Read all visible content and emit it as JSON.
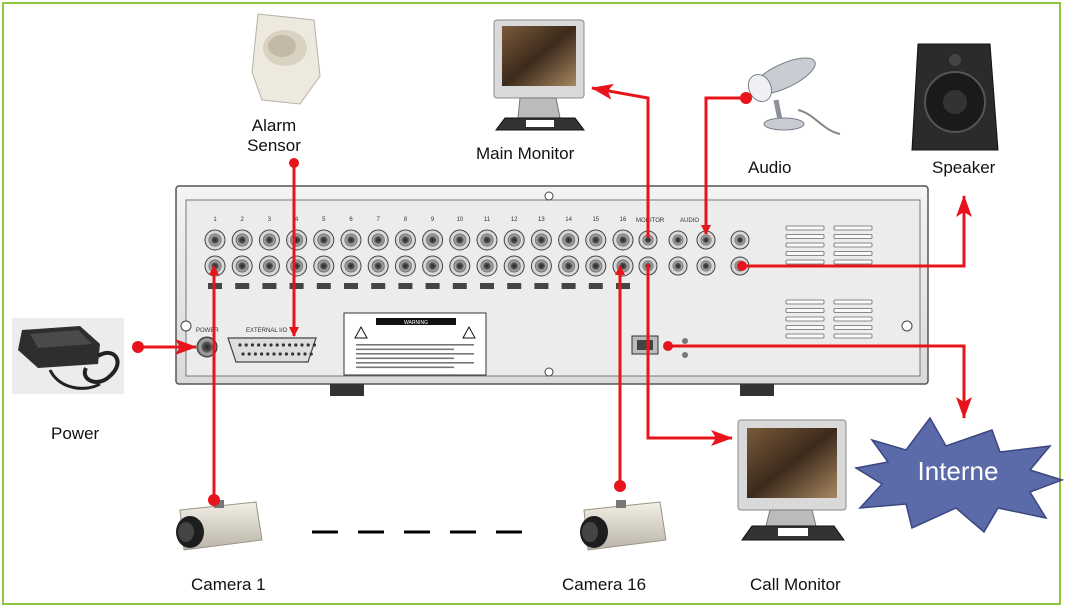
{
  "labels": {
    "alarm_sensor_line1": "Alarm",
    "alarm_sensor_line2": "Sensor",
    "main_monitor": "Main Monitor",
    "audio": "Audio",
    "speaker": "Speaker",
    "power": "Power",
    "camera_1": "Camera 1",
    "camera_16": "Camera 16",
    "call_monitor": "Call Monitor",
    "internet": "Interne"
  },
  "dvr_panel": {
    "channel_numbers": [
      "1",
      "2",
      "3",
      "4",
      "5",
      "6",
      "7",
      "8",
      "9",
      "10",
      "11",
      "12",
      "13",
      "14",
      "15",
      "16"
    ],
    "monitor_label": "MONITOR",
    "audio_label": "AUDIO",
    "external_io_label": "EXTERNAL I/O",
    "power_label": "POWER",
    "warning_title": "WARNING"
  },
  "colors": {
    "frame_border": "#8dc63f",
    "connection": "#e8141c",
    "internet_burst": "#5b6aa8",
    "panel_face": "#e9e9e9"
  }
}
